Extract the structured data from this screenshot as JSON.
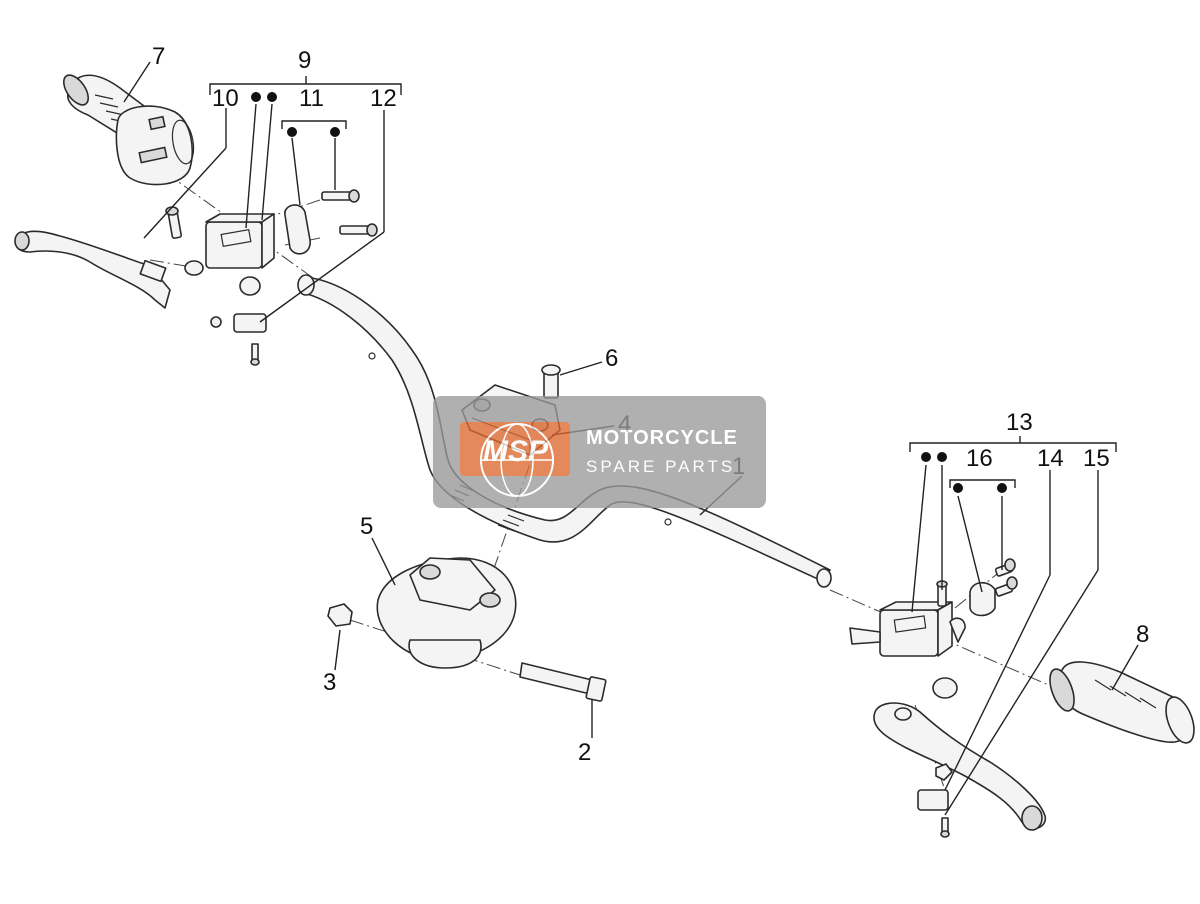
{
  "diagram": {
    "callouts": {
      "c1": "1",
      "c2": "2",
      "c3": "3",
      "c4": "4",
      "c5": "5",
      "c6": "6",
      "c7": "7",
      "c8": "8",
      "c9": "9",
      "c10": "10",
      "c11": "11",
      "c12": "12",
      "c13": "13",
      "c14": "14",
      "c15": "15",
      "c16": "16"
    }
  },
  "watermark": {
    "logo_text": "MSP",
    "title": "MOTORCYCLE",
    "subtitle": "SPARE PARTS",
    "color_accent": "#e8601c",
    "color_panel": "#9a9a9a"
  }
}
